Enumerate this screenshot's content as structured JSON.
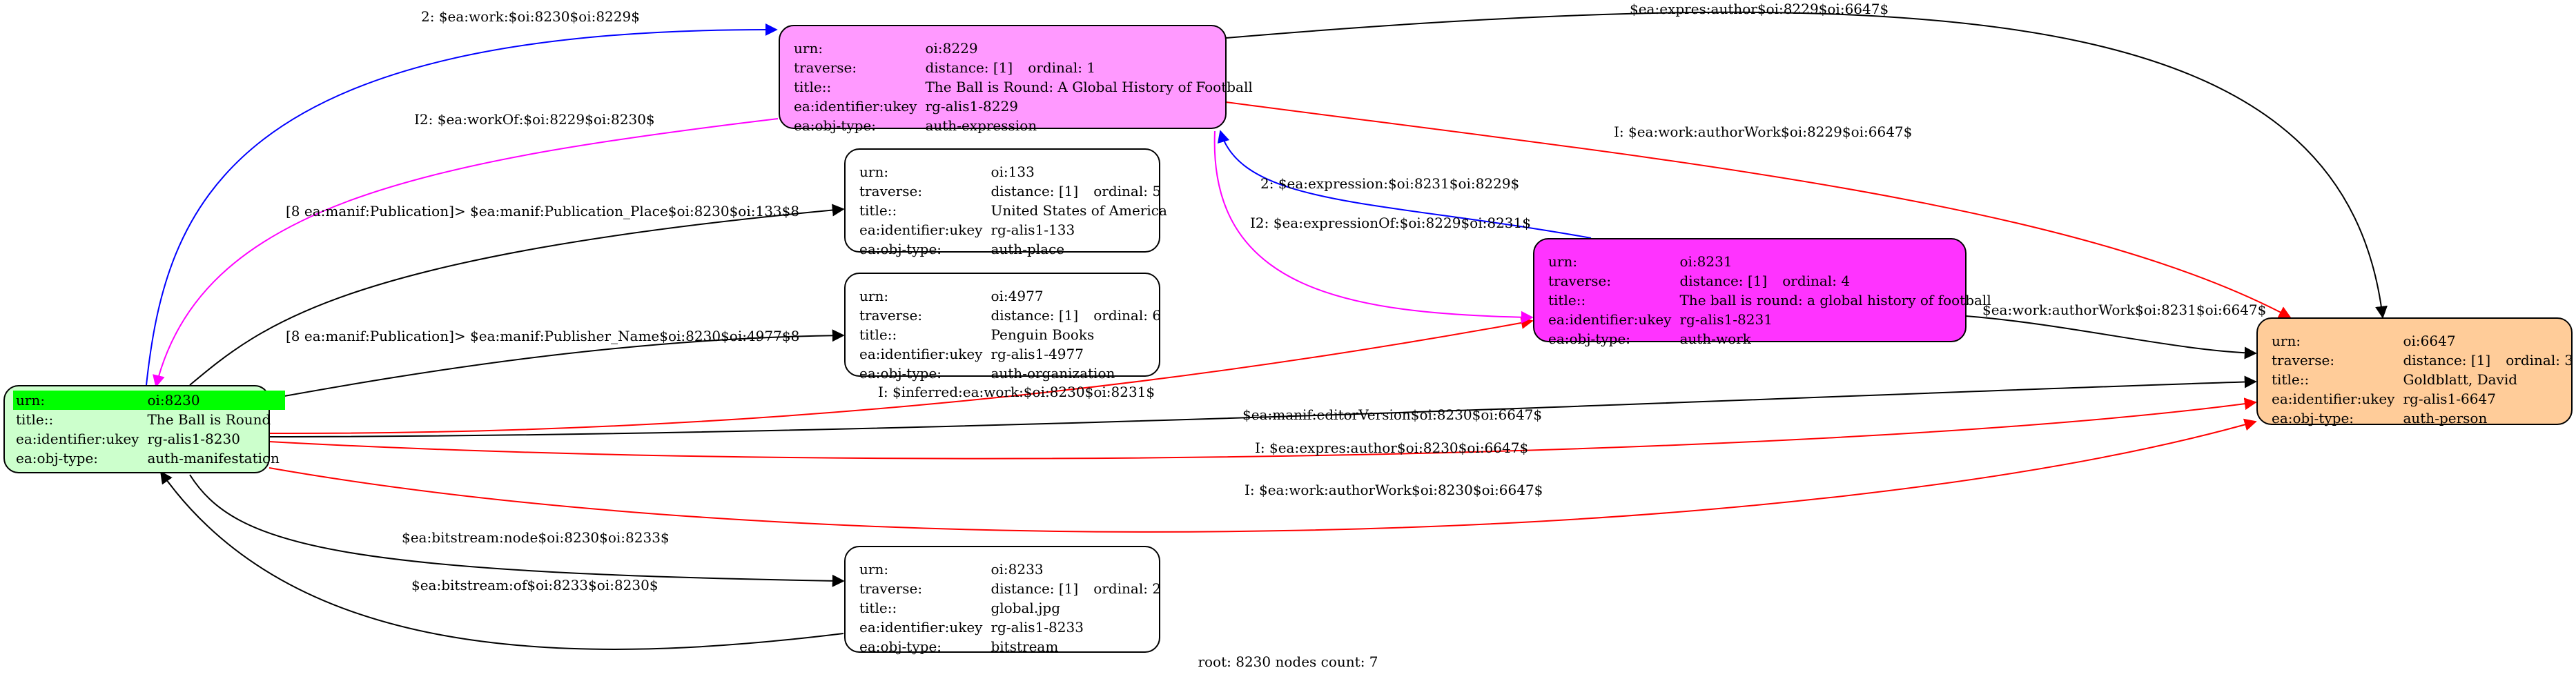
{
  "colors": {
    "n8230": "#ccffcc",
    "n8230_highlight": "#00ff00",
    "n8229": "#ff99ff",
    "n8231": "#ff33ff",
    "n6647": "#ffcc99",
    "plain": "#ffffff",
    "edge_black": "#000000",
    "edge_blue": "#0000ff",
    "edge_magenta": "#ff00ff",
    "edge_red": "#ff0000"
  },
  "nodes": {
    "n8229": {
      "urn_k": "urn:",
      "urn_v": "oi:8229",
      "traverse_k": "traverse:",
      "distance": "distance: [1]",
      "ordinal": "ordinal: 1",
      "title_k": "title::",
      "title_v": "The Ball is Round: A Global History of Football",
      "ukey_k": "ea:identifier:ukey",
      "ukey_v": "rg-alis1-8229",
      "type_k": "ea:obj-type:",
      "type_v": "auth-expression"
    },
    "n133": {
      "urn_k": "urn:",
      "urn_v": "oi:133",
      "traverse_k": "traverse:",
      "distance": "distance: [1]",
      "ordinal": "ordinal: 5",
      "title_k": "title::",
      "title_v": "United States of America",
      "ukey_k": "ea:identifier:ukey",
      "ukey_v": "rg-alis1-133",
      "type_k": "ea:obj-type:",
      "type_v": "auth-place"
    },
    "n4977": {
      "urn_k": "urn:",
      "urn_v": "oi:4977",
      "traverse_k": "traverse:",
      "distance": "distance: [1]",
      "ordinal": "ordinal: 6",
      "title_k": "title::",
      "title_v": "Penguin Books",
      "ukey_k": "ea:identifier:ukey",
      "ukey_v": "rg-alis1-4977",
      "type_k": "ea:obj-type:",
      "type_v": "auth-organization"
    },
    "n8231": {
      "urn_k": "urn:",
      "urn_v": "oi:8231",
      "traverse_k": "traverse:",
      "distance": "distance: [1]",
      "ordinal": "ordinal: 4",
      "title_k": "title::",
      "title_v": "The ball is round: a global history of football",
      "ukey_k": "ea:identifier:ukey",
      "ukey_v": "rg-alis1-8231",
      "type_k": "ea:obj-type:",
      "type_v": "auth-work"
    },
    "n6647": {
      "urn_k": "urn:",
      "urn_v": "oi:6647",
      "traverse_k": "traverse:",
      "distance": "distance: [1]",
      "ordinal": "ordinal: 3",
      "title_k": "title::",
      "title_v": "Goldblatt, David",
      "ukey_k": "ea:identifier:ukey",
      "ukey_v": "rg-alis1-6647",
      "type_k": "ea:obj-type:",
      "type_v": "auth-person"
    },
    "n8230": {
      "urn_k": "urn:",
      "urn_v": "oi:8230",
      "title_k": "title::",
      "title_v": "The Ball is Round",
      "ukey_k": "ea:identifier:ukey",
      "ukey_v": "rg-alis1-8230",
      "type_k": "ea:obj-type:",
      "type_v": "auth-manifestation"
    },
    "n8233": {
      "urn_k": "urn:",
      "urn_v": "oi:8233",
      "traverse_k": "traverse:",
      "distance": "distance: [1]",
      "ordinal": "ordinal: 2",
      "title_k": "title::",
      "title_v": "global.jpg",
      "ukey_k": "ea:identifier:ukey",
      "ukey_v": "rg-alis1-8233",
      "type_k": "ea:obj-type:",
      "type_v": "bitstream"
    }
  },
  "edges": {
    "work_8230_8229": "2: $ea:work:$oi:8230$oi:8229$",
    "workof_8229_8230": "I2: $ea:workOf:$oi:8229$oi:8230$",
    "pub_place": "[8 ea:manif:Publication]> $ea:manif:Publication_Place$oi:8230$oi:133$8",
    "pub_name": "[8 ea:manif:Publication]> $ea:manif:Publisher_Name$oi:8230$oi:4977$8",
    "inferred_work": "I: $inferred:ea:work:$oi:8230$oi:8231$",
    "editor_version": "$ea:manif:editorVersion$oi:8230$oi:6647$",
    "expres_author_8230": "I: $ea:expres:author$oi:8230$oi:6647$",
    "author_work_8230": "I: $ea:work:authorWork$oi:8230$oi:6647$",
    "bitstream_node": "$ea:bitstream:node$oi:8230$oi:8233$",
    "bitstream_of": "$ea:bitstream:of$oi:8233$oi:8230$",
    "expres_author_8229": "$ea:expres:author$oi:8229$oi:6647$",
    "author_work_8229": "I: $ea:work:authorWork$oi:8229$oi:6647$",
    "expression_8231_8229": "2: $ea:expression:$oi:8231$oi:8229$",
    "expressionof_8229_8231": "I2: $ea:expressionOf:$oi:8229$oi:8231$",
    "author_work_8231": "$ea:work:authorWork$oi:8231$oi:6647$"
  },
  "footer": "root: 8230 nodes count: 7"
}
